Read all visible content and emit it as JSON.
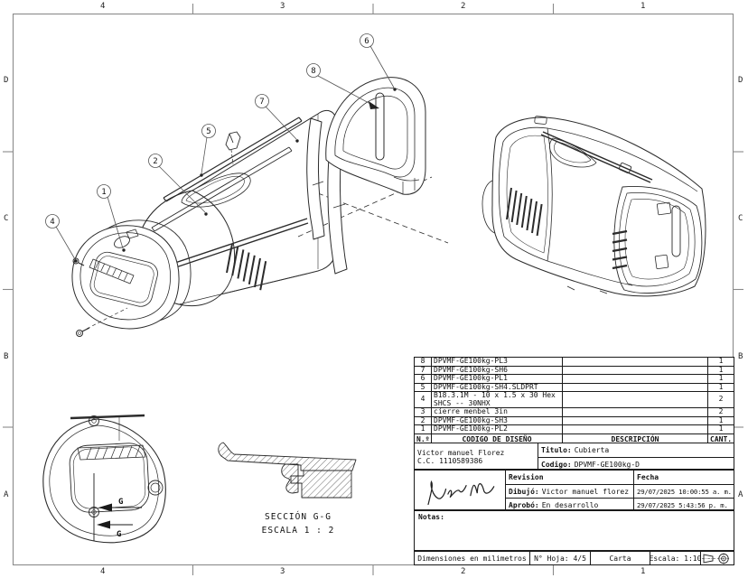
{
  "sheet": {
    "zones_top": [
      "4",
      "3",
      "2",
      "1"
    ],
    "zones_bottom": [
      "4",
      "3",
      "2",
      "1"
    ],
    "zones_left": [
      "D",
      "C",
      "B",
      "A"
    ],
    "zones_right": [
      "D",
      "C",
      "B",
      "A"
    ],
    "line_color": "#2b2b2b",
    "frame_color": "#8a8a8a"
  },
  "views": {
    "balloons": [
      "4",
      "1",
      "2",
      "5",
      "7",
      "8",
      "6"
    ],
    "section_marker": "G",
    "section_title": "SECCIÓN G-G",
    "section_scale": "ESCALA 1 : 2"
  },
  "bom": {
    "headers": {
      "no": "N.º",
      "code": "CODIGO DE DISEÑO",
      "desc": "DESCRIPCIÓN",
      "qty": "CANT."
    },
    "rows": [
      {
        "no": "8",
        "code": "DPVMF-GE100kg-PL3",
        "desc": "",
        "qty": "1"
      },
      {
        "no": "7",
        "code": "DPVMF-GE100kg-SH6",
        "desc": "",
        "qty": "1"
      },
      {
        "no": "6",
        "code": "DPVMF-GE100kg-PL1",
        "desc": "",
        "qty": "1"
      },
      {
        "no": "5",
        "code": "DPVMF-GE100kg-SH4.SLDPRT",
        "desc": "",
        "qty": "1"
      },
      {
        "no": "4",
        "code": "B18.3.1M - 10 x 1.5 x 30 Hex SHCS -- 30NHX",
        "desc": "",
        "qty": "2"
      },
      {
        "no": "3",
        "code": "cierre menbel 3in",
        "desc": "",
        "qty": "2"
      },
      {
        "no": "2",
        "code": "DPVMF-GE100kg-SH3",
        "desc": "",
        "qty": "1"
      },
      {
        "no": "1",
        "code": "DPVMF-GE100kg-PL2",
        "desc": "",
        "qty": "1"
      }
    ]
  },
  "title_block": {
    "author_name": "Victor manuel Florez",
    "author_id": "C.C. 1110589386",
    "title_label": "Titulo:",
    "title_value": "Cubierta",
    "code_label": "Codigo:",
    "code_value": "DPVMF-GE100kg-D",
    "revision_label": "Revision",
    "fecha_label": "Fecha",
    "drew_label": "Dibujó:",
    "drew_value": "Victor manuel florez",
    "drew_date": "29/07/2025 10:00:55 a. m.",
    "approved_label": "Aprobó:",
    "approved_value": "En desarrollo",
    "approved_date": "29/07/2025 5:43:56 p. m.",
    "notes_label": "Notas:",
    "dimensions_note": "Dimensiones en milimetros",
    "sheet_label": "N° Hoja: 4/5",
    "paper_size": "Carta",
    "scale_label": "Escala: 1:10"
  }
}
